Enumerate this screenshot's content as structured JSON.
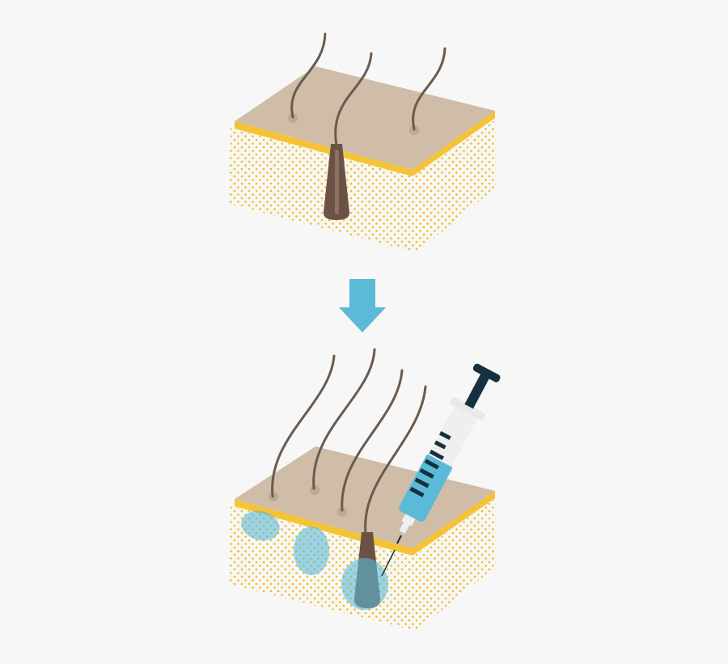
{
  "illustration": {
    "top_panel": {
      "label": "skin-with-hairs-before",
      "hair_count": 3,
      "follicle_count": 1
    },
    "arrow": {
      "icon": "arrow-down-icon",
      "color": "#5bbad8"
    },
    "bottom_panel": {
      "label": "skin-with-hairs-after-injection",
      "hair_count": 4,
      "follicle_count": 1,
      "injection_blobs": 3,
      "syringe_icon": "syringe-icon"
    }
  },
  "colors": {
    "background": "#f7f7f7",
    "skin_surface": "#cfbda8",
    "skin_edge": "#f6c335",
    "fat_dots": "#f6b91e",
    "hair": "#6b5a4e",
    "follicle": "#6b5244",
    "injection": "#5bbad8",
    "syringe_dark": "#16303d",
    "syringe_white": "#efefef"
  }
}
